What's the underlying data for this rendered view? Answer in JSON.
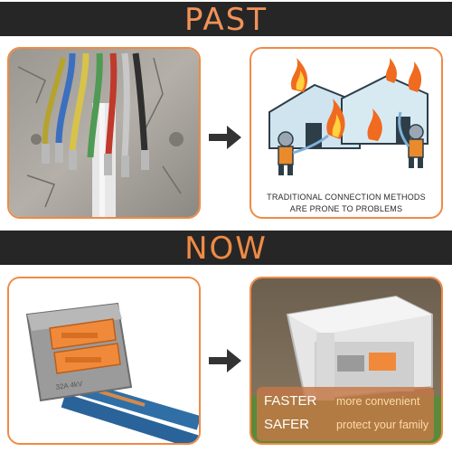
{
  "sections": {
    "past_title": "PAST",
    "now_title": "NOW"
  },
  "past": {
    "caption_line1": "TRADITIONAL CONNECTION METHODS",
    "caption_line2": "ARE PRONE TO PROBLEMS"
  },
  "now": {
    "connector_label": "32A   4kV",
    "benefits": [
      {
        "key": "FASTER",
        "value": "more convenient"
      },
      {
        "key": "SAFER",
        "value": "protect your family"
      }
    ]
  },
  "colors": {
    "accent": "#f08a45",
    "band": "#262626"
  },
  "icons": [
    "arrow-right-icon",
    "fire-icon",
    "firefighter-icon"
  ]
}
